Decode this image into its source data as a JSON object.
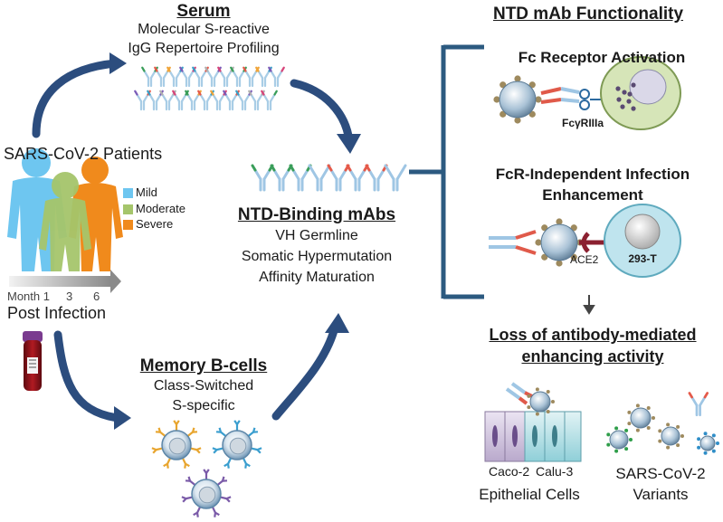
{
  "colors": {
    "arrow": "#2c4d7e",
    "bracket": "#2c5a80",
    "mild": "#6ec6f0",
    "moderate": "#a5c56b",
    "severe": "#f08a1c",
    "receptor_tan": "#9e8a5e",
    "ace2": "#8b2030",
    "cell_green": "#d6e5b8",
    "cell_cyan": "#bfe4ee"
  },
  "serum": {
    "title": "Serum",
    "line1": "Molecular S-reactive",
    "line2": "IgG Repertoire Profiling"
  },
  "patients": {
    "title": "SARS-CoV-2 Patients",
    "legend": [
      {
        "label": "Mild",
        "color": "#6ec6f0"
      },
      {
        "label": "Moderate",
        "color": "#a5c56b"
      },
      {
        "label": "Severe",
        "color": "#f08a1c"
      }
    ],
    "timeline_label": "Month 1",
    "tick_3": "3",
    "tick_6": "6",
    "post": "Post Infection"
  },
  "ntd": {
    "title": "NTD-Binding mAbs",
    "line1": "VH Germline",
    "line2": "Somatic Hypermutation",
    "line3": "Affinity Maturation"
  },
  "memory": {
    "title": "Memory B-cells",
    "line1": "Class-Switched",
    "line2": "S-specific"
  },
  "functionality": {
    "title": "NTD mAb Functionality",
    "fc_title": "Fc Receptor Activation",
    "fc_receptor_label": "FcγRIIIa",
    "fcr_title_1": "FcR-Independent Infection",
    "fcr_title_2": "Enhancement",
    "ace2_label": "ACE2",
    "cell_label": "293-T",
    "loss_title_1": "Loss of antibody-mediated",
    "loss_title_2": "enhancing activity",
    "caco": "Caco-2",
    "calu": "Calu-3",
    "epithelial": "Epithelial Cells",
    "variants_1": "SARS-CoV-2",
    "variants_2": "Variants"
  }
}
